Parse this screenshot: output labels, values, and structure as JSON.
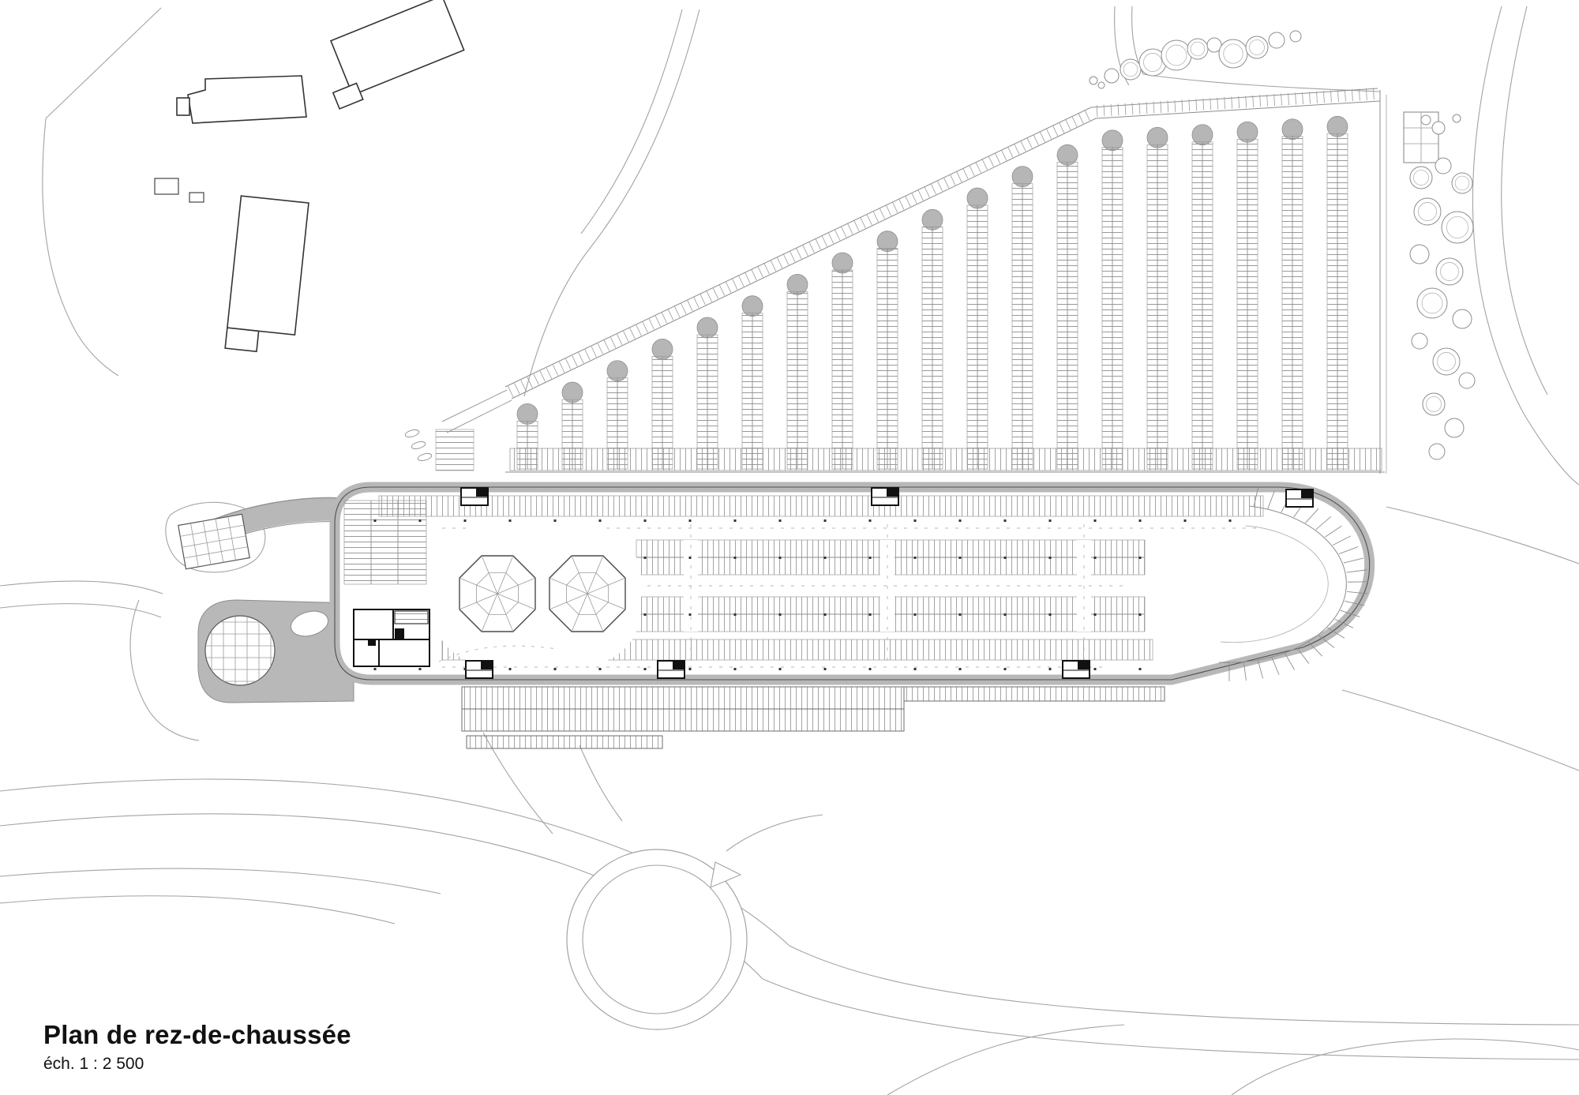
{
  "plan": {
    "title": "Plan de rez-de-chaussée",
    "scale_label": "éch. 1 : 2 500"
  },
  "drawing": {
    "type": "architectural-site-plan",
    "features": [
      "fan-shaped surface parking with stall rows",
      "long ground-floor building with two octagonal pavilions",
      "curved ramp at east end of building",
      "tree clusters along north-east edge",
      "access roads and roundabout at south",
      "service yards with gridded canopies at west"
    ],
    "colors": {
      "line": "#a3a3a3",
      "dark_line": "#4f4f4f",
      "surface_gray": "#b8b8b8",
      "black": "#111111"
    }
  }
}
